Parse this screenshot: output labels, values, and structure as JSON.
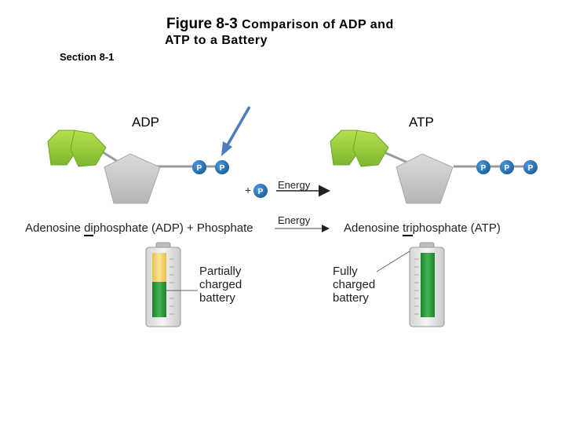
{
  "figure": {
    "number": "Figure 8-3",
    "title_line1": "Comparison of ADP and",
    "title_line2": "ATP to a Battery"
  },
  "section": "Section 8-1",
  "adp": {
    "label": "ADP",
    "caption_pre": "Adenosine ",
    "caption_em": "di",
    "caption_post": "phosphate (ADP) + Phosphate",
    "battery_label": [
      "Partially",
      "charged",
      "battery"
    ],
    "battery_charge": 0.55
  },
  "atp": {
    "label": "ATP",
    "caption_pre": "Adenosine ",
    "caption_em": "tri",
    "caption_post": "phosphate (ATP)",
    "battery_label": [
      "Fully",
      "charged",
      "battery"
    ],
    "battery_charge": 1.0
  },
  "energy_top": "Energy",
  "energy_bottom": "Energy",
  "phosphate_symbol": "P",
  "plus_sign": "+",
  "colors": {
    "base_green": "#8dc63f",
    "sugar_gray": "#c8c8c8",
    "phosphate_blue": "#1f6fb2",
    "pointer_arrow": "#4a7cc0",
    "battery_green": "#2e9a3e",
    "battery_yellow": "#f2d36b"
  }
}
